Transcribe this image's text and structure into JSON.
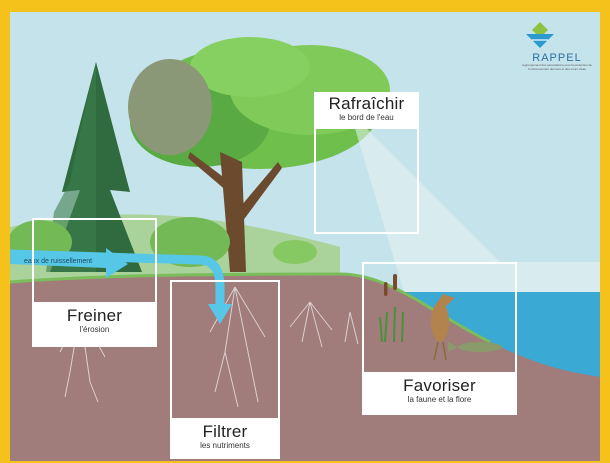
{
  "logo": {
    "name": "RAPPEL",
    "tagline": "regroupement des associations pour la protection de l'environnement des lacs et des cours d'eau",
    "icon": "rappel-logo-icon"
  },
  "runoff_label": "eaux de ruissellement",
  "functions": [
    {
      "key": "freiner",
      "title": "Freiner",
      "subtitle": "l'érosion"
    },
    {
      "key": "filtrer",
      "title": "Filtrer",
      "subtitle": "les nutriments"
    },
    {
      "key": "rafraichir",
      "title": "Rafraîchir",
      "subtitle": "le bord de l'eau"
    },
    {
      "key": "favoriser",
      "title": "Favoriser",
      "subtitle": "la faune et la flore"
    }
  ],
  "colors": {
    "border": "#f5c21b",
    "sky": "#c5e3ea",
    "soil": "#a07c7b",
    "water": "#3aa9d4",
    "runoff": "#56c7e6",
    "tree_green": "#63b64b",
    "conifer": "#2f6b3f"
  }
}
